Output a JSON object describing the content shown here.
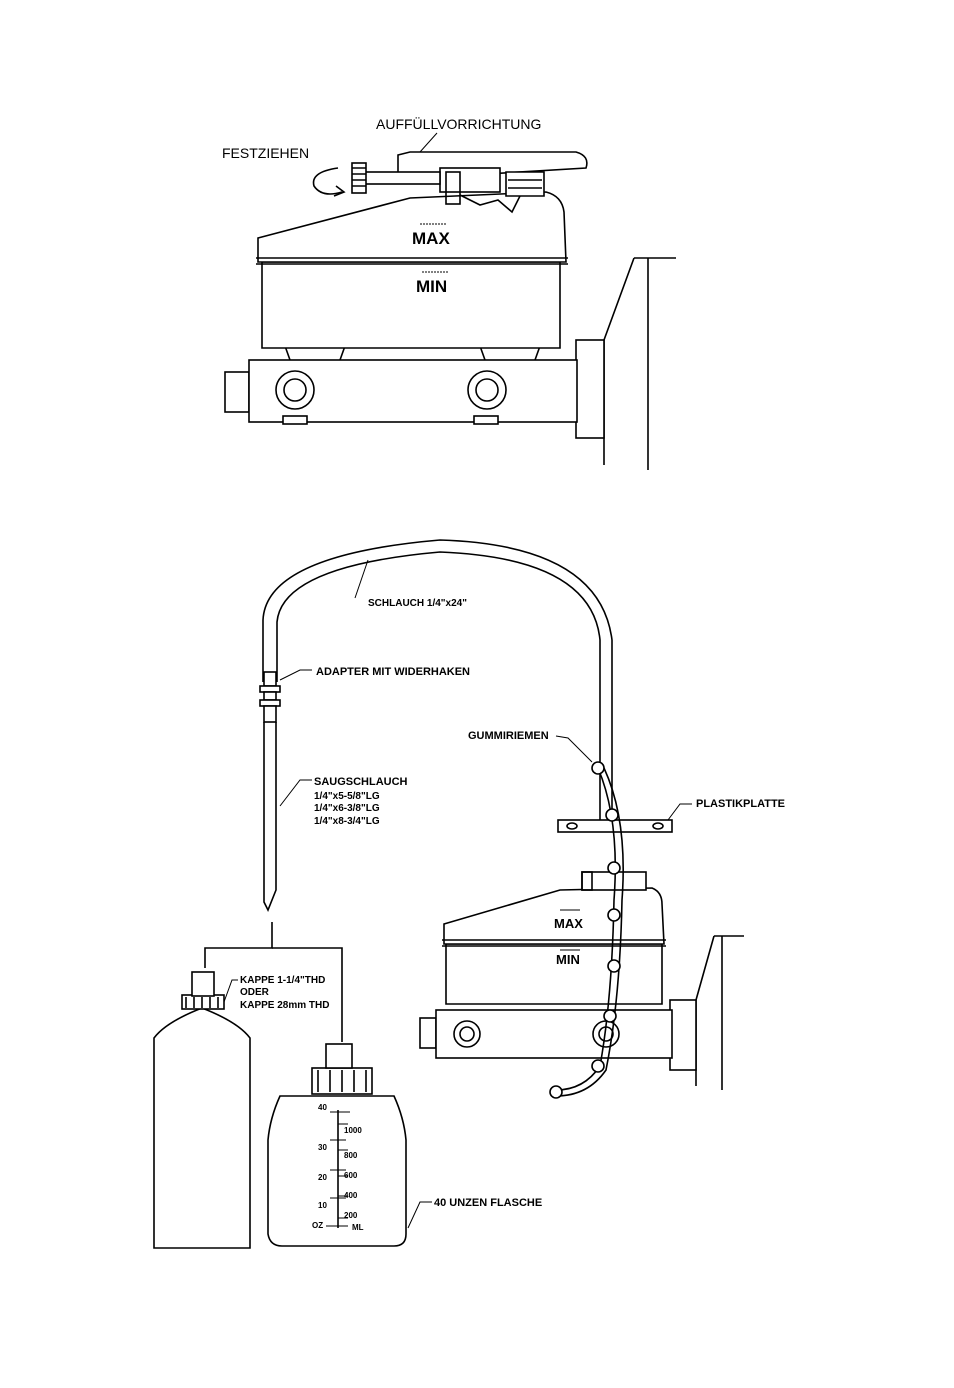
{
  "top_figure": {
    "label_filler": "AUFFÜLLVORRICHTUNG",
    "label_tighten": "FESTZIEHEN",
    "level_max": "MAX",
    "level_min": "MIN"
  },
  "bottom_figure": {
    "label_hose": "SCHLAUCH 1/4\"x24\"",
    "label_adapter": "ADAPTER MIT WIDERHAKEN",
    "label_rubber_strap": "GUMMIRIEMEN",
    "label_plastic_plate": "PLASTIKPLATTE",
    "label_suction_hose": "SAUGSCHLAUCH",
    "suction_sizes": [
      "1/4\"x5-5/8\"LG",
      "1/4\"x6-3/8\"LG",
      "1/4\"x8-3/4\"LG"
    ],
    "cap_label_lines": [
      "KAPPE 1-1/4\"THD",
      "ODER",
      "KAPPE 28mm  THD"
    ],
    "label_bottle": "40 UNZEN FLASCHE",
    "level_max": "MAX",
    "level_min": "MIN",
    "oz_ticks": [
      "40",
      "30",
      "20",
      "10",
      "OZ"
    ],
    "ml_ticks": [
      "1000",
      "800",
      "600",
      "400",
      "200",
      "ML"
    ]
  }
}
